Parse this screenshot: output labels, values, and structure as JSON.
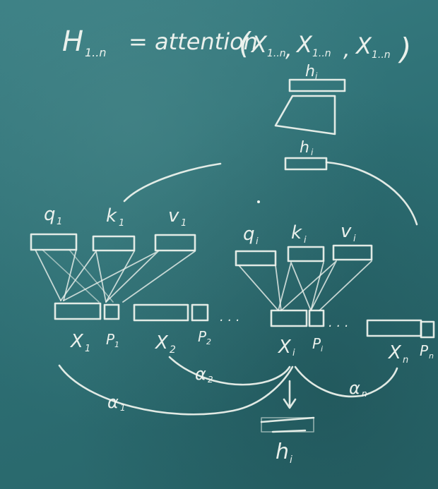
{
  "formula": {
    "lhs": "H",
    "lhs_sub": "1..n",
    "eq": "= attention",
    "arg1": "X",
    "arg1_sub": "1..n",
    "arg2": "X",
    "arg2_sub": "1..n",
    "arg3": "X",
    "arg3_sub": "1..n",
    "paren_open": "(",
    "sep1": ",",
    "sep2": ",",
    "paren_close": ")"
  },
  "top_right": {
    "h_top": "h",
    "h_top_sub": "i",
    "h_mid": "h",
    "h_mid_sub": "i"
  },
  "left_block": {
    "q": "q",
    "q_sub": "1",
    "k": "k",
    "k_sub": "1",
    "v": "v",
    "v_sub": "1"
  },
  "right_block": {
    "q": "q",
    "q_sub": "i",
    "k": "k",
    "k_sub": "i",
    "v": "v",
    "v_sub": "i"
  },
  "inputs": {
    "x1": "X",
    "x1_sub": "1",
    "p1": "P",
    "p1_sub": "1",
    "x2": "X",
    "x2_sub": "2",
    "p2": "P",
    "p2_sub": "2",
    "xi": "X",
    "xi_sub": "i",
    "pi": "P",
    "pi_sub": "i",
    "xn": "X",
    "xn_sub": "n",
    "pn": "P",
    "pn_sub": "n",
    "dots1": "· · ·",
    "dots2": "· · ·"
  },
  "weights": {
    "a1": "α",
    "a1_sub": "1",
    "a2": "α",
    "a2_sub": "2",
    "an": "α",
    "an_sub": "n"
  },
  "output": {
    "h": "h",
    "h_sub": "i"
  }
}
